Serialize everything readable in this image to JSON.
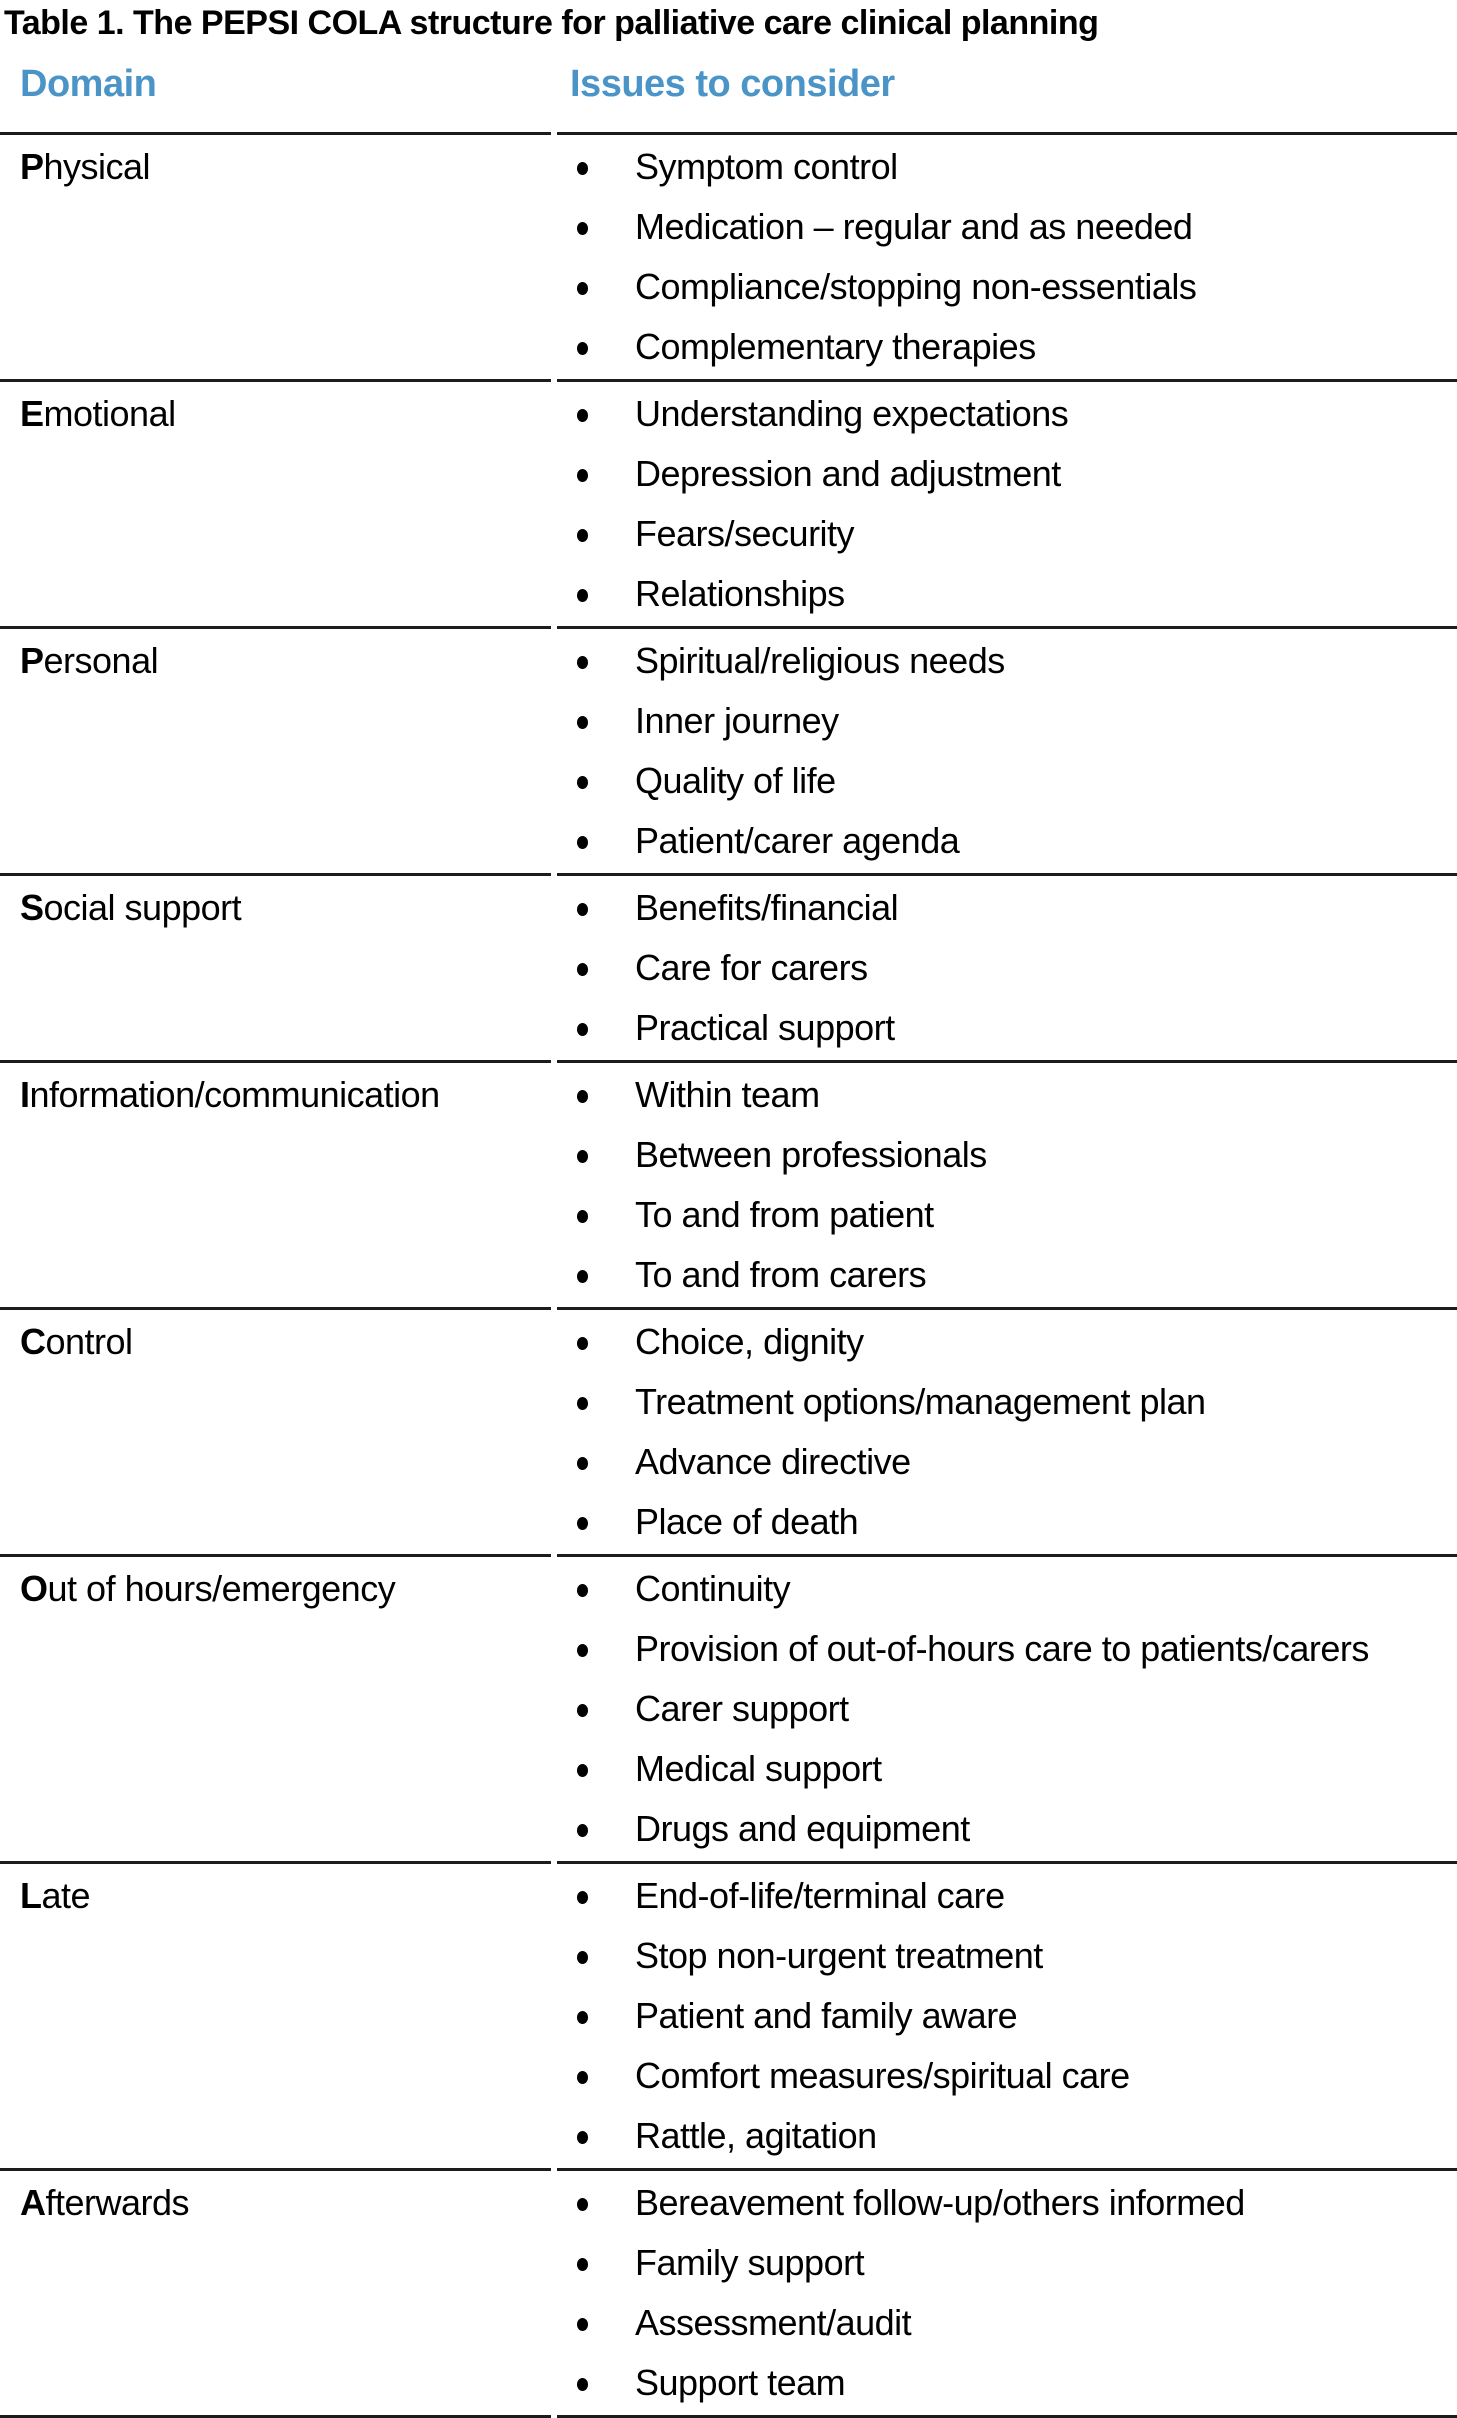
{
  "title": "Table 1. The PEPSI COLA structure for palliative care clinical planning",
  "colors": {
    "header_blue": "#4a94c8",
    "rule": "#1c1c1c",
    "text": "#000000",
    "background": "#ffffff"
  },
  "table": {
    "headers": [
      {
        "label": "Domain"
      },
      {
        "label": "Issues to consider"
      }
    ],
    "rows": [
      {
        "domain_initial": "P",
        "domain_rest": "hysical",
        "issues": [
          "Symptom control",
          "Medication – regular and as needed",
          "Compliance/stopping non-essentials",
          "Complementary therapies"
        ]
      },
      {
        "domain_initial": "E",
        "domain_rest": "motional",
        "issues": [
          "Understanding expectations",
          "Depression and adjustment",
          "Fears/security",
          "Relationships"
        ]
      },
      {
        "domain_initial": "P",
        "domain_rest": "ersonal",
        "issues": [
          "Spiritual/religious needs",
          "Inner journey",
          "Quality of life",
          "Patient/carer agenda"
        ]
      },
      {
        "domain_initial": "S",
        "domain_rest": "ocial support",
        "issues": [
          "Benefits/financial",
          "Care for carers",
          "Practical support"
        ]
      },
      {
        "domain_initial": "I",
        "domain_rest": "nformation/communication",
        "issues": [
          "Within team",
          "Between professionals",
          "To and from patient",
          "To and from carers"
        ]
      },
      {
        "domain_initial": "C",
        "domain_rest": "ontrol",
        "issues": [
          "Choice, dignity",
          "Treatment options/management plan",
          "Advance directive",
          "Place of death"
        ]
      },
      {
        "domain_initial": "O",
        "domain_rest": "ut of hours/emergency",
        "issues": [
          "Continuity",
          "Provision of out-of-hours care to patients/carers",
          "Carer support",
          "Medical support",
          "Drugs and equipment"
        ]
      },
      {
        "domain_initial": "L",
        "domain_rest": "ate",
        "issues": [
          "End-of-life/terminal care",
          "Stop non-urgent treatment",
          "Patient and family aware",
          "Comfort measures/spiritual care",
          "Rattle, agitation"
        ]
      },
      {
        "domain_initial": "A",
        "domain_rest": "fterwards",
        "issues": [
          "Bereavement follow-up/others informed",
          "Family support",
          "Assessment/audit",
          "Support team"
        ]
      }
    ]
  }
}
